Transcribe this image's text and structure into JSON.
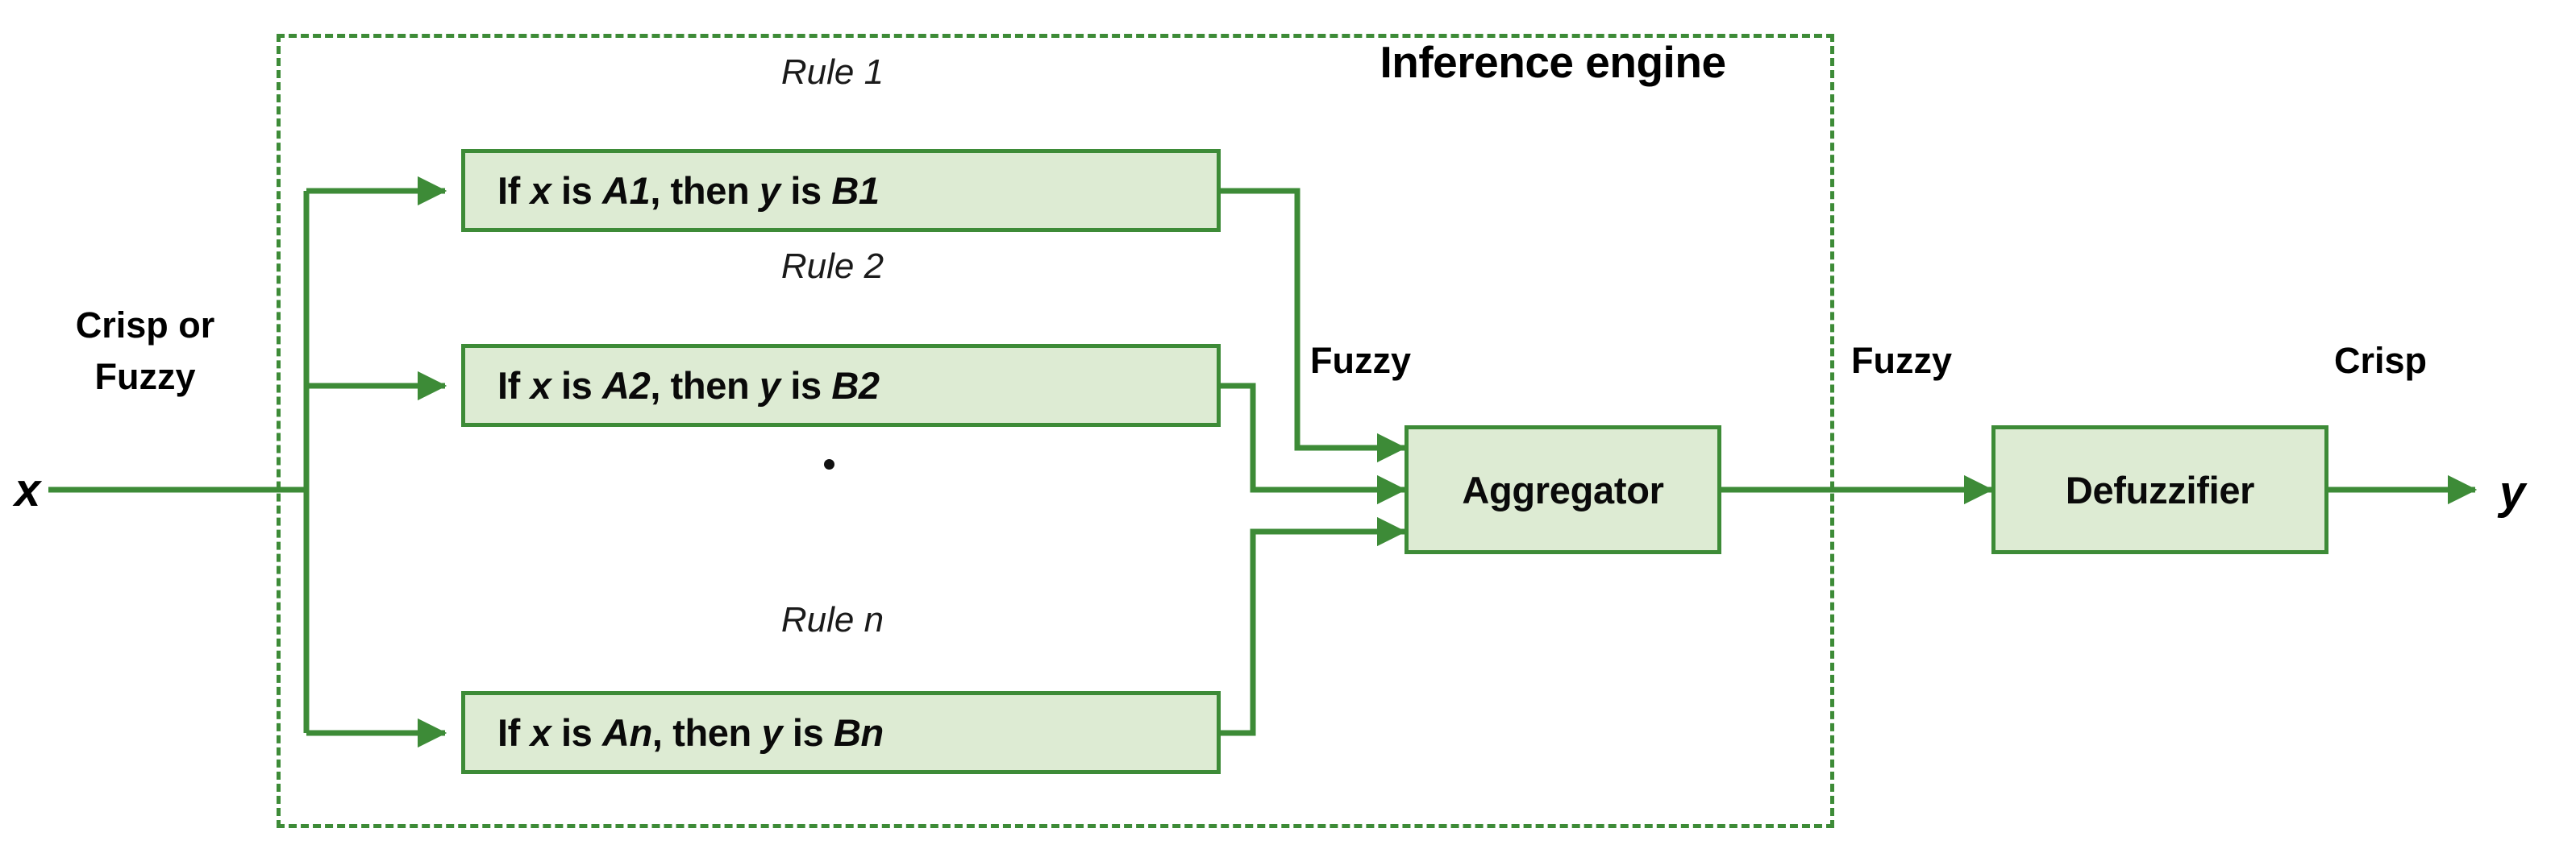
{
  "diagram": {
    "title": "Inference engine",
    "input_variable": "x",
    "output_variable": "y",
    "input_label_line1": "Crisp or",
    "input_label_line2": "Fuzzy",
    "aggregator_input_label": "Fuzzy",
    "defuzzifier_input_label": "Fuzzy",
    "output_label": "Crisp",
    "ellipsis": "."
  },
  "rules": [
    {
      "label": "Rule 1",
      "text_prefix": "If ",
      "antecedent_var": "x",
      "text_mid": " is ",
      "antecedent_set": "A1",
      "text_then": ", then ",
      "consequent_var": "y",
      "text_is": " is ",
      "consequent_set": "B1",
      "full_text": "If x is A1, then y is B1"
    },
    {
      "label": "Rule 2",
      "text_prefix": "If ",
      "antecedent_var": "x",
      "text_mid": " is ",
      "antecedent_set": "A2",
      "text_then": ", then ",
      "consequent_var": "y",
      "text_is": " is ",
      "consequent_set": "B2",
      "full_text": "If x is A2, then y is B2"
    },
    {
      "label": "Rule n",
      "text_prefix": "If ",
      "antecedent_var": "x",
      "text_mid": " is ",
      "antecedent_set": "An",
      "text_then": ", then ",
      "consequent_var": "y",
      "text_is": " is ",
      "consequent_set": "Bn",
      "full_text": "If x is An, then y is Bn"
    }
  ],
  "blocks": {
    "aggregator": "Aggregator",
    "defuzzifier": "Defuzzifier"
  },
  "colors": {
    "line": "#3d8b37",
    "box_fill": "#ddebd3",
    "box_border": "#3d8b37",
    "text": "#000000",
    "background": "#ffffff"
  }
}
